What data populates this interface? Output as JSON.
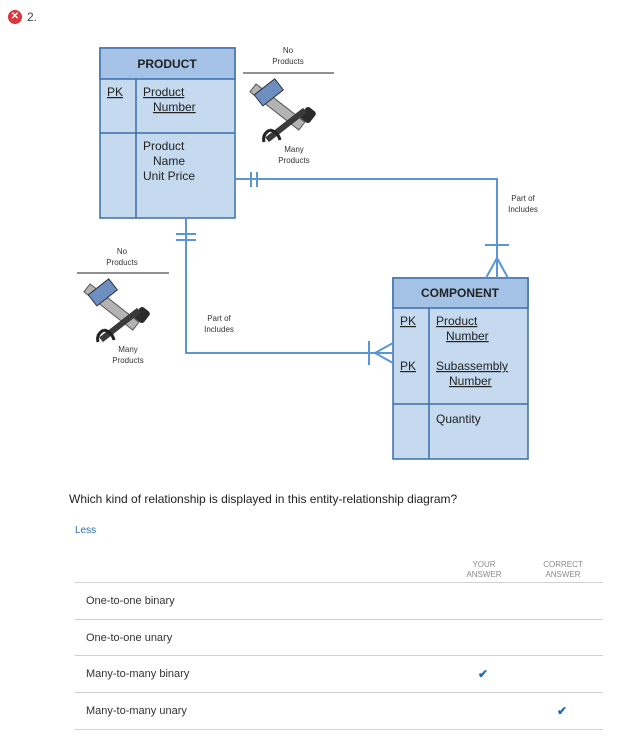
{
  "question_header": {
    "status_icon": "x-circle-icon",
    "status_color": "#d9363e",
    "number": "2."
  },
  "diagram": {
    "product": {
      "title": "PRODUCT",
      "pk_label": "PK",
      "key_line1": "Product",
      "key_line2": "Number",
      "attr_line1": "Product",
      "attr_line2": "Name",
      "attr_line3": "Unit Price"
    },
    "component": {
      "title": "COMPONENT",
      "pk1_label": "PK",
      "key1_line1": "Product",
      "key1_line2": "Number",
      "pk2_label": "PK",
      "key2_line1": "Subassembly",
      "key2_line2": "Number",
      "attr": "Quantity"
    },
    "tools_top": {
      "no_line1": "No",
      "no_line2": "Products",
      "many_line1": "Many",
      "many_line2": "Products",
      "icon": "hammer-saw-tools-icon"
    },
    "tools_left": {
      "no_line1": "No",
      "no_line2": "Products",
      "many_line1": "Many",
      "many_line2": "Products",
      "icon": "hammer-saw-tools-icon"
    },
    "rel_right": {
      "line1": "Part of",
      "line2": "Includes"
    },
    "rel_left": {
      "line1": "Part of",
      "line2": "Includes"
    },
    "colors": {
      "entity_fill": "#c5d9ef",
      "entity_border": "#3d6ea8",
      "header_fill": "#a4c2e6",
      "line": "#5a96d6"
    }
  },
  "question": "Which kind of relationship is displayed in this entity-relationship diagram?",
  "less_link": "Less",
  "table": {
    "col_your_line1": "YOUR",
    "col_your_line2": "ANSWER",
    "col_correct_line1": "CORRECT",
    "col_correct_line2": "ANSWER",
    "options": [
      {
        "label": "One-to-one binary"
      },
      {
        "label": "One-to-one unary"
      },
      {
        "label": "Many-to-many binary",
        "your_answer": true
      },
      {
        "label": "Many-to-many unary",
        "correct_answer": true
      }
    ],
    "check_mark": "✔",
    "check_color": "#1f6fb2"
  }
}
